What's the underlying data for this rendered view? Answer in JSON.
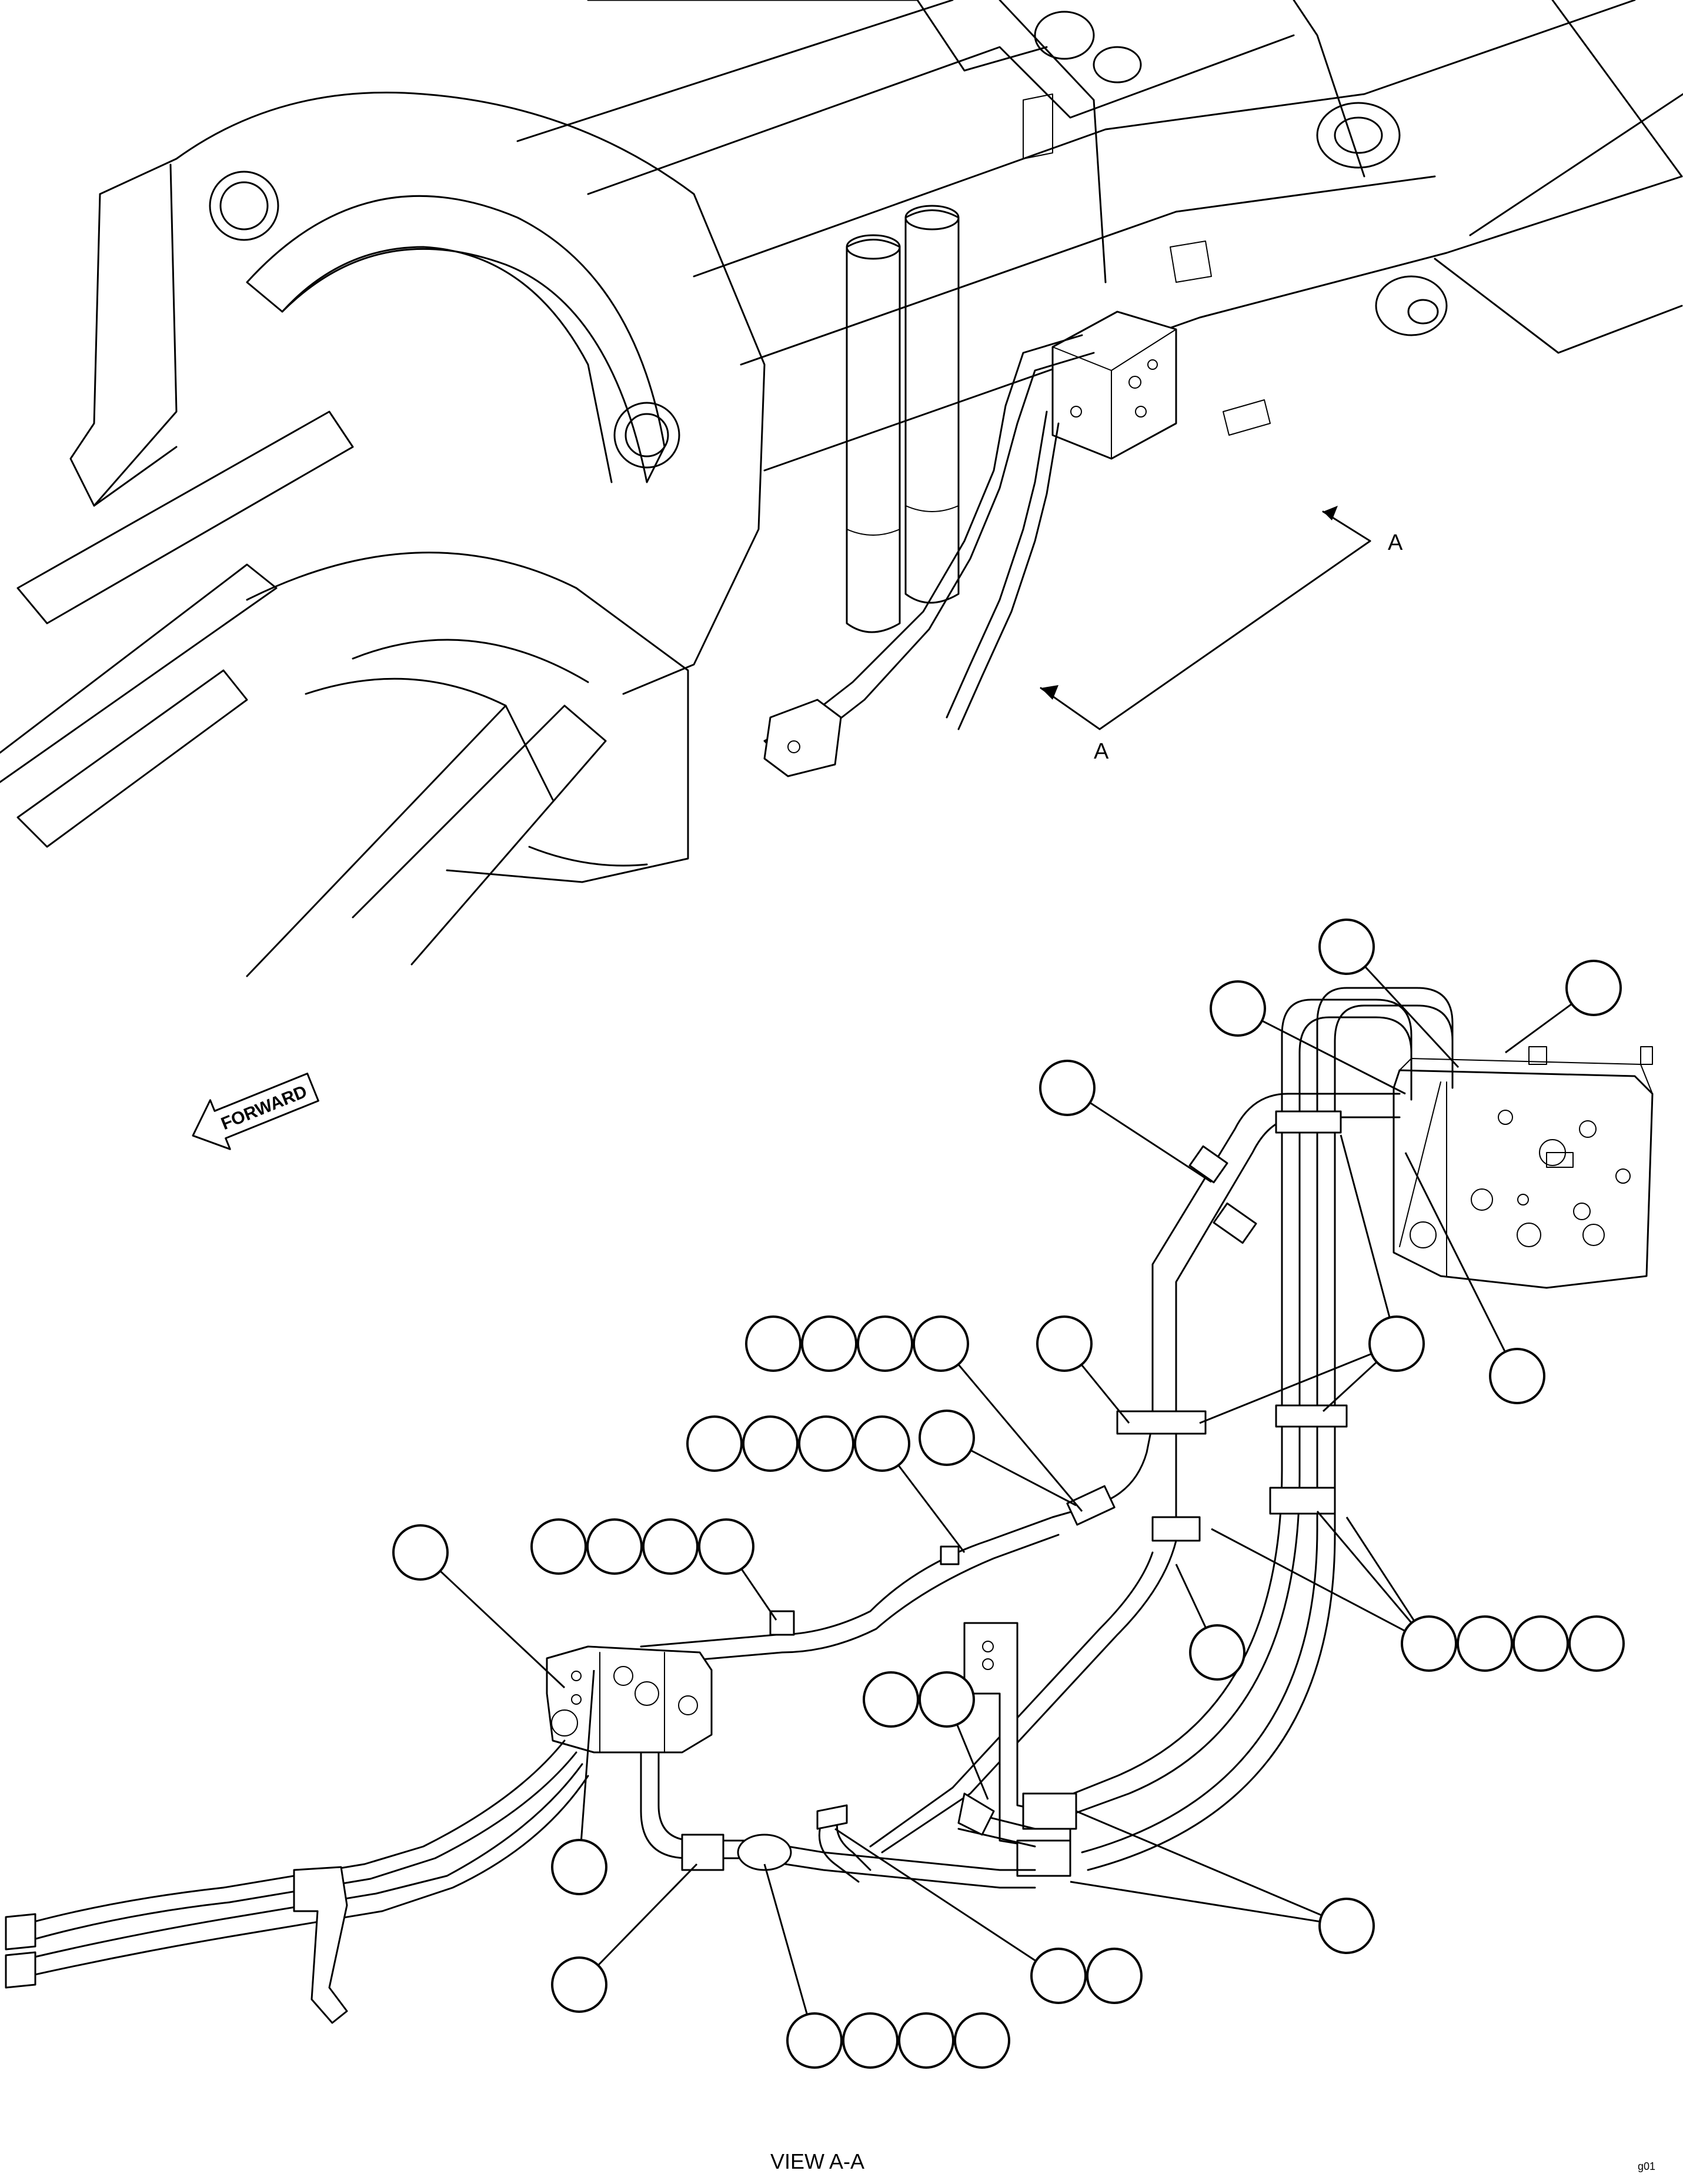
{
  "section_mark_top": "A",
  "section_mark_bottom": "A",
  "forward_label": "FORWARD",
  "view_title": "VIEW A-A",
  "figure_code": "g01"
}
